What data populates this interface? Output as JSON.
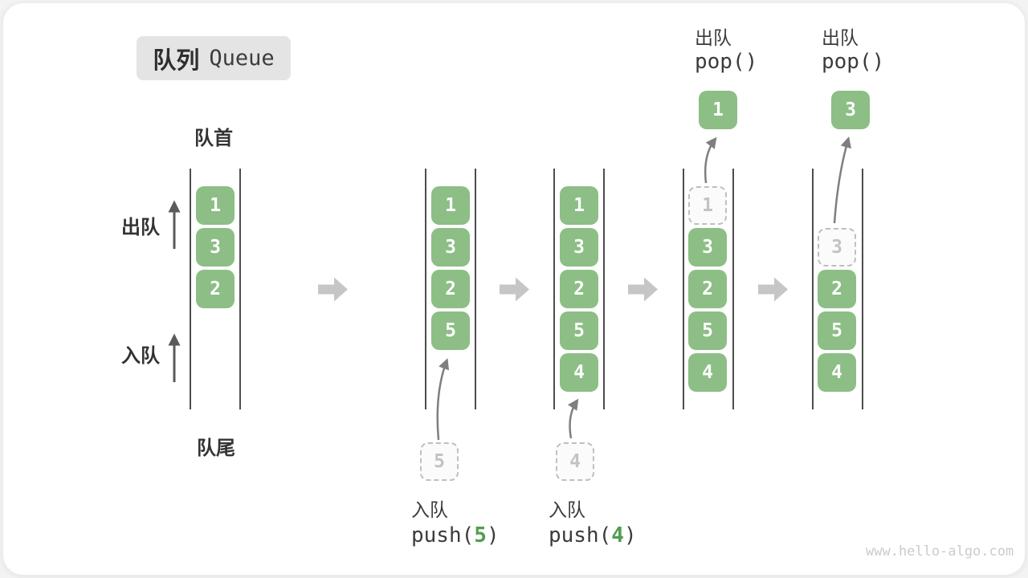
{
  "title": {
    "zh": "队列",
    "en": "Queue"
  },
  "labels": {
    "front": "队首",
    "rear": "队尾",
    "dequeue_side": "出队",
    "enqueue_side": "入队"
  },
  "queue_states": [
    {
      "cells": [
        {
          "v": "1",
          "style": "solid"
        },
        {
          "v": "3",
          "style": "solid"
        },
        {
          "v": "2",
          "style": "solid"
        }
      ]
    },
    {
      "cells": [
        {
          "v": "1",
          "style": "solid"
        },
        {
          "v": "3",
          "style": "solid"
        },
        {
          "v": "2",
          "style": "solid"
        },
        {
          "v": "5",
          "style": "solid"
        }
      ]
    },
    {
      "cells": [
        {
          "v": "1",
          "style": "solid"
        },
        {
          "v": "3",
          "style": "solid"
        },
        {
          "v": "2",
          "style": "solid"
        },
        {
          "v": "5",
          "style": "solid"
        },
        {
          "v": "4",
          "style": "solid"
        }
      ]
    },
    {
      "cells": [
        {
          "v": "1",
          "style": "dashed"
        },
        {
          "v": "3",
          "style": "solid"
        },
        {
          "v": "2",
          "style": "solid"
        },
        {
          "v": "5",
          "style": "solid"
        },
        {
          "v": "4",
          "style": "solid"
        }
      ]
    },
    {
      "cells": [
        {
          "v": "3",
          "style": "dashed"
        },
        {
          "v": "2",
          "style": "solid"
        },
        {
          "v": "5",
          "style": "solid"
        },
        {
          "v": "4",
          "style": "solid"
        }
      ]
    }
  ],
  "operations": {
    "push5": {
      "label": "入队",
      "fn": "push(",
      "arg": "5",
      "close": ")",
      "ghost": "5"
    },
    "push4": {
      "label": "入队",
      "fn": "push(",
      "arg": "4",
      "close": ")",
      "ghost": "4"
    },
    "pop1": {
      "label": "出队",
      "fn": "pop()",
      "popped": "1"
    },
    "pop2": {
      "label": "出队",
      "fn": "pop()",
      "popped": "3"
    }
  },
  "watermark": "www.hello-algo.com",
  "colors": {
    "cell_green": "#8cbe85",
    "cell_text": "#ffffff",
    "ghost_border": "#bfbfbf",
    "ghost_text": "#c3c3c3",
    "block_arrow": "#c6c6c6",
    "wall_line": "#4d4d4d",
    "label_dark": "#3b3b3b",
    "arg_green": "#4f9e4f",
    "title_bg": "#e4e4e4",
    "watermark_gray": "#cbcbcb"
  }
}
